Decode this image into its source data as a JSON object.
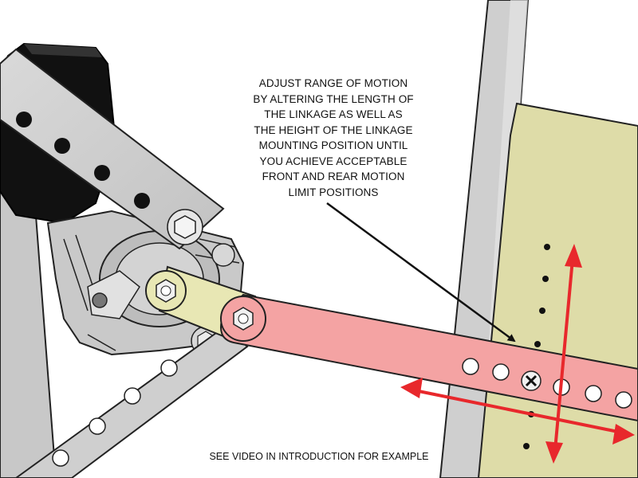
{
  "annotation": {
    "lines": [
      "ADJUST RANGE OF MOTION",
      "BY ALTERING THE LENGTH OF",
      "THE LINKAGE AS WELL AS",
      "THE HEIGHT OF THE LINKAGE",
      "MOUNTING POSITION UNTIL",
      "YOU ACHIEVE ACCEPTABLE",
      "FRONT AND REAR MOTION",
      "LIMIT POSITIONS"
    ]
  },
  "footer": {
    "text": "SEE VIDEO IN INTRODUCTION FOR EXAMPLE"
  },
  "colors": {
    "linkage_red": "#f4a3a3",
    "linkage_tan": "#e8e7b4",
    "post_green": "#dedca8",
    "arrow_red": "#e8282c",
    "motor_black": "#111111",
    "metal_gray": "#d3d3d3"
  },
  "icons": {
    "screw": "phillips-screw-icon",
    "bolt": "hex-bolt-icon"
  }
}
